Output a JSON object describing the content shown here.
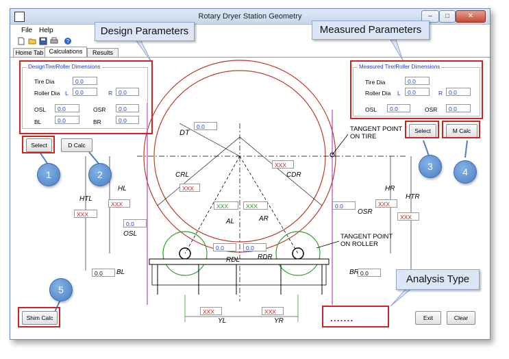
{
  "window": {
    "title": "Rotary Dryer Station Geometry"
  },
  "menu": {
    "file": "File",
    "help": "Help"
  },
  "tabs": [
    {
      "label": "Home Tab"
    },
    {
      "label": "Calculations"
    },
    {
      "label": "Results"
    }
  ],
  "design": {
    "group_title": "DesignTire/Roller Dimensions",
    "tire_dia_label": "Tire Dia",
    "tire_dia": "0.0",
    "roller_dia_label": "Roller Dia",
    "l_label": "L",
    "roller_l": "0.0",
    "r_label": "R",
    "roller_r": "0.0",
    "osl_label": "OSL",
    "osl": "0.0",
    "osr_label": "OSR",
    "osr": "0.0",
    "bl_label": "BL",
    "bl": "0.0",
    "br_label": "BR",
    "br": "0.0"
  },
  "measured": {
    "group_title": "Measured Tire/Roller Dimensions",
    "tire_dia_label": "Tire Dia",
    "tire_dia": "0.0",
    "roller_dia_label": "Roller Dia",
    "l_label": "L",
    "roller_l": "0.0",
    "r_label": "R",
    "roller_r": "0.0",
    "osl_label": "OSL",
    "osl": "0.0",
    "osr_label": "OSR",
    "osr": "0.0"
  },
  "buttons": {
    "select_design": "Select",
    "d_calc": "D Calc",
    "select_measured": "Select",
    "m_calc": "M Calc",
    "shim_calc": "Shim Calc",
    "exit": "Exit",
    "clear": "Clear"
  },
  "diagram": {
    "dt_label": "DT",
    "dt_value": "0.0",
    "tangent_tire": "TANGENT POINT\nON TIRE",
    "tangent_roller": "TANGENT POINT\nON ROLLER",
    "crl_label": "CRL",
    "cdr_label": "CDR",
    "htl_label": "HTL",
    "hl_label": "HL",
    "hr_label": "HR",
    "htr_label": "HTR",
    "al_label": "AL",
    "ar_label": "AR",
    "osl_label": "OSL",
    "osr_label": "OSR",
    "rdl_label": "RDL",
    "rdr_label": "RDR",
    "bl_label": "BL",
    "br_label": "BR",
    "yl_label": "YL",
    "yr_label": "YR",
    "htl_value": "XXX",
    "hl_value": "XXX",
    "crl_value": "XXX",
    "cdr_value": "XXX",
    "al_value": "XXX",
    "ar_value": "XXX",
    "hr_value": "XXX",
    "htr_value": "XXX",
    "osl_value": "0.0",
    "osr_value": "0.0",
    "rdl_value": "0.0",
    "rdr_value": "0.0",
    "bl_value": "0.0",
    "br_value": "0.0",
    "yl_value": "XXX",
    "yr_value": "XXX"
  },
  "callouts": {
    "design": "Design Parameters",
    "measured": "Measured Parameters",
    "analysis": "Analysis Type"
  },
  "analysis_value": ".......",
  "badges": [
    "1",
    "2",
    "3",
    "4",
    "5"
  ],
  "window_controls": {
    "minimize": "–",
    "maximize": "□",
    "close": "✕"
  },
  "toolbar_icons": [
    "new-icon",
    "open-icon",
    "save-icon",
    "print-icon",
    "help-icon"
  ],
  "colors": {
    "accent_blue": "#1a3fc4",
    "value_red": "#d21f1f",
    "value_green": "#1c9c1c",
    "highlight_red": "#d32020",
    "tire_circle": "#c0392b",
    "roller_green": "#2aa02a",
    "guide_purple": "#a020c0"
  }
}
